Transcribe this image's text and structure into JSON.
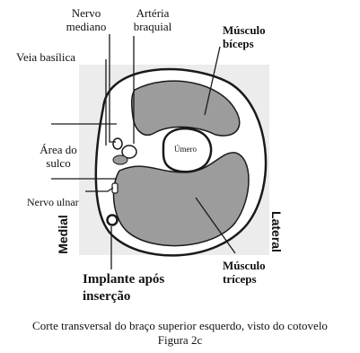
{
  "figure": {
    "labels": {
      "median_nerve": [
        "Nervo",
        "mediano"
      ],
      "brachial_artery": [
        "Artéria",
        "braquial"
      ],
      "basilic_vein": "Veia basílica",
      "sulcus_area": [
        "Área do",
        "sulco"
      ],
      "ulnar_nerve": "Nervo ulnar",
      "biceps": [
        "Músculo",
        "bíceps"
      ],
      "triceps": [
        "Músculo",
        "tríceps"
      ],
      "humerus": "Úmero",
      "implant": [
        "Implante após",
        "inserção"
      ],
      "medial": "Medial",
      "lateral": "Lateral"
    },
    "colors": {
      "muscle_fill": "#9c9c9c",
      "background_square": "#ececec",
      "outline": "#1a1a1a"
    }
  },
  "caption": {
    "line1": "Corte transversal do braço superior esquerdo, visto do cotovelo",
    "line2": "Figura 2c"
  }
}
